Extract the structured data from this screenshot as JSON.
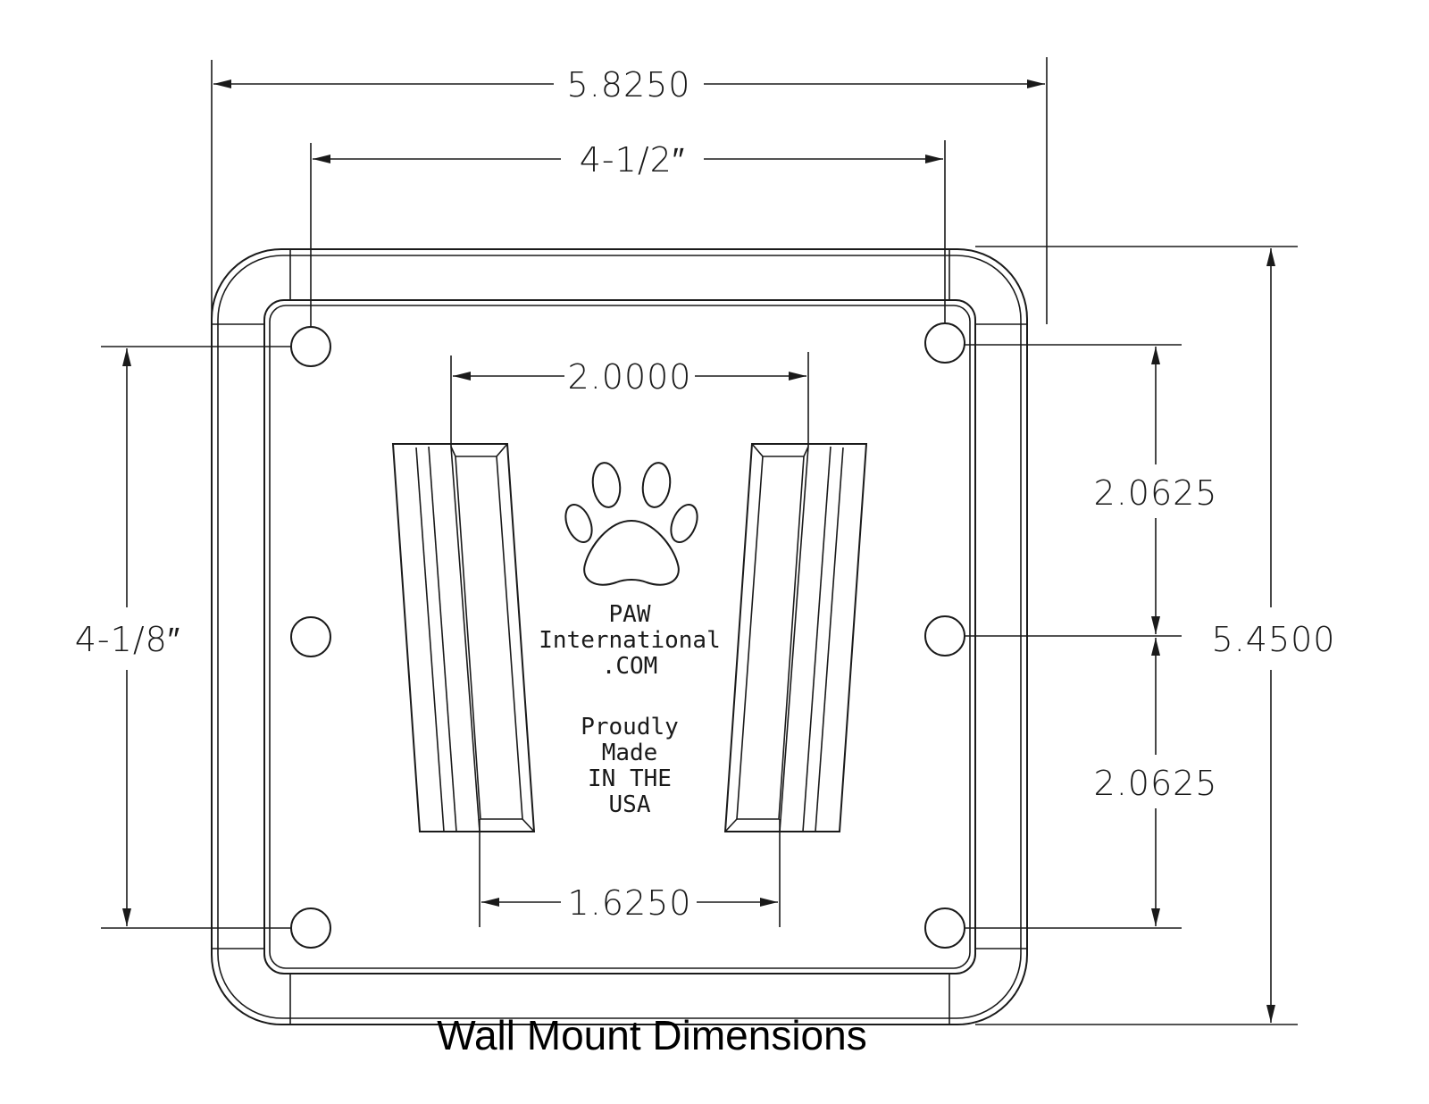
{
  "dimensions": {
    "overall_width": "5.8250",
    "hole_spacing_width": "4-1/2″",
    "slot_top_spacing": "2.0000",
    "slot_bottom_spacing": "1.6250",
    "hole_spacing_height": "4-1/8″",
    "upper_half_spacing": "2.0625",
    "lower_half_spacing": "2.0625",
    "overall_height": "5.4500"
  },
  "stamp": {
    "line1": "PAW",
    "line2": "International",
    "line3": ".COM",
    "line4": "Proudly",
    "line5": "Made",
    "line6": "IN THE",
    "line7": "USA"
  },
  "caption": "Wall Mount Dimensions",
  "icons": [
    "paw-print-icon"
  ]
}
